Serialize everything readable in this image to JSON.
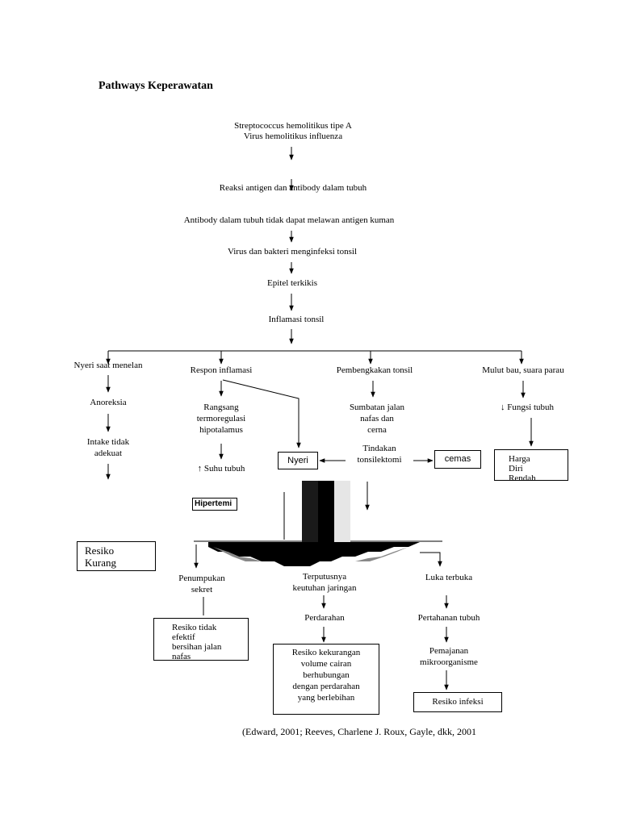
{
  "title": "Pathways Keperawatan",
  "nodes": {
    "cause_1": "Streptococcus hemolitikus tipe A",
    "cause_2": "Virus hemolitikus influenza",
    "reaksi": "Reaksi antigen dan antibody dalam tubuh",
    "antibody": "Antibody dalam tubuh tidak dapat melawan antigen kuman",
    "virus_bakteri": "Virus dan bakteri menginfeksi tonsil",
    "epitel": "Epitel terkikis",
    "inflamasi": "Inflamasi tonsil",
    "nyeri_menelan": "Nyeri saat menelan",
    "respon": "Respon inflamasi",
    "pembengkakan": "Pembengkakan tonsil",
    "mulut_bau": "Mulut bau, suara parau",
    "anoreksia": "Anoreksia",
    "intake": "Intake tidak\nadekuat",
    "rangsang": "Rangsang\ntermoregulasi\nhipotalamus",
    "suhu": "↑ Suhu tubuh",
    "sumbatan": "Sumbatan jalan\nnafas dan\ncerna",
    "tindakan": "Tindakan\ntonsilektomi",
    "fungsi": "↓ Fungsi tubuh",
    "penumpukan": "Penumpukan\nsekret",
    "terputusnya": "Terputusnya\nkeutuhan jaringan",
    "luka": "Luka terbuka",
    "perdarahan": "Perdarahan",
    "pertahanan": "Pertahanan tubuh",
    "pemajanan": "Pemajanan\nmikroorganisme"
  },
  "boxes": {
    "nyeri": "Nyeri",
    "cemas": "cemas",
    "harga": "Harga\nDiri\nRendah",
    "hipertemi": "Hipertemi",
    "resiko_kurang": "Resiko\nKurang\nNutrisi",
    "resiko_jalan_nafas": "Resiko tidak\nefektif\nbersihan jalan\nnafas",
    "resiko_cairan": "Resiko kekurangan\nvolume cairan\nberhubungan\ndengan perdarahan\nyang berlebihan",
    "resiko_infeksi": "Resiko infeksi"
  },
  "citation": "(Edward, 2001; Reeves, Charlene J. Roux, Gayle, dkk, 2001"
}
